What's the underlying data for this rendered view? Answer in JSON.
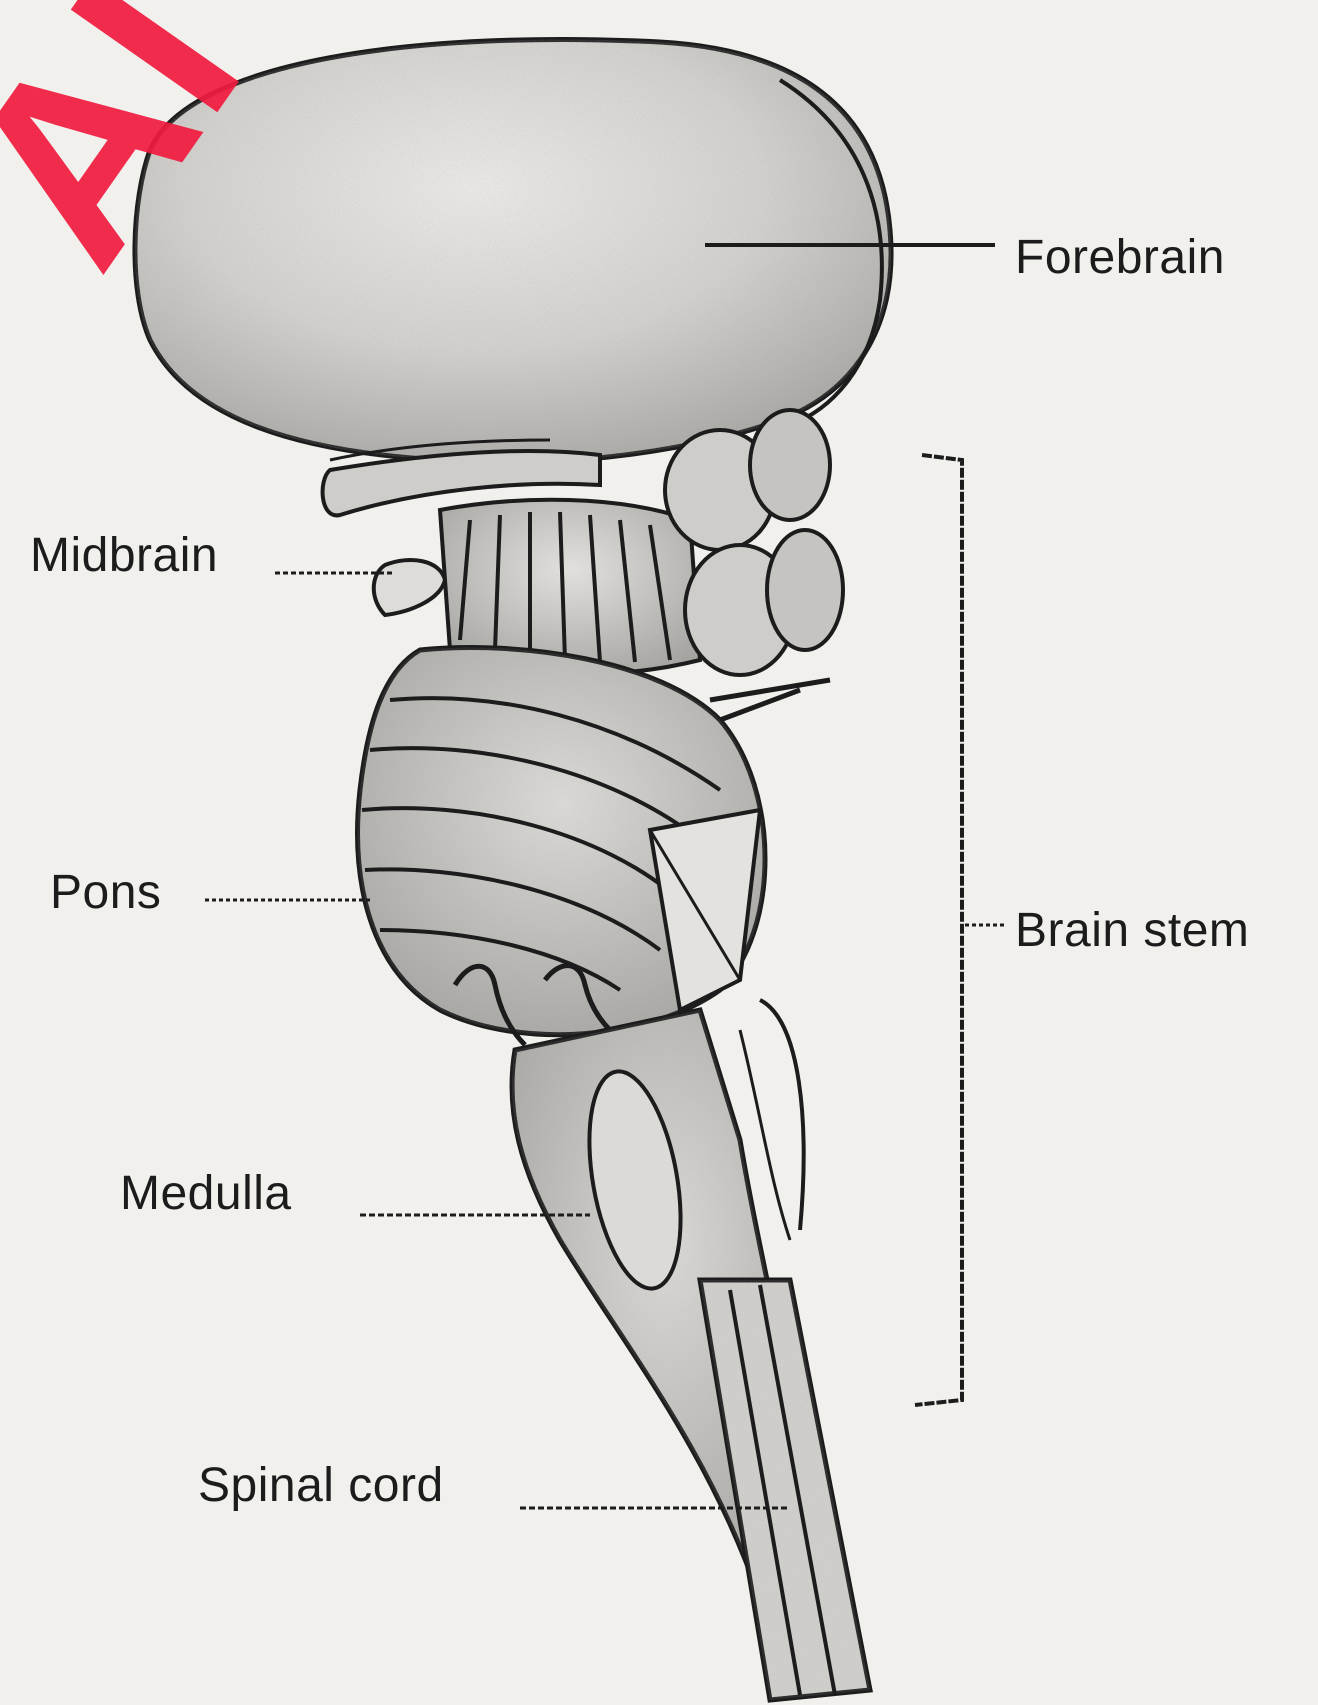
{
  "labels": {
    "forebrain": "Forebrain",
    "midbrain": "Midbrain",
    "pons": "Pons",
    "brain_stem": "Brain stem",
    "medulla": "Medulla",
    "spinal_cord": "Spinal cord"
  },
  "watermark": "AI",
  "colors": {
    "ink": "#1c1c1c",
    "paper": "#f1f0ed",
    "watermark": "#f21b3f"
  }
}
